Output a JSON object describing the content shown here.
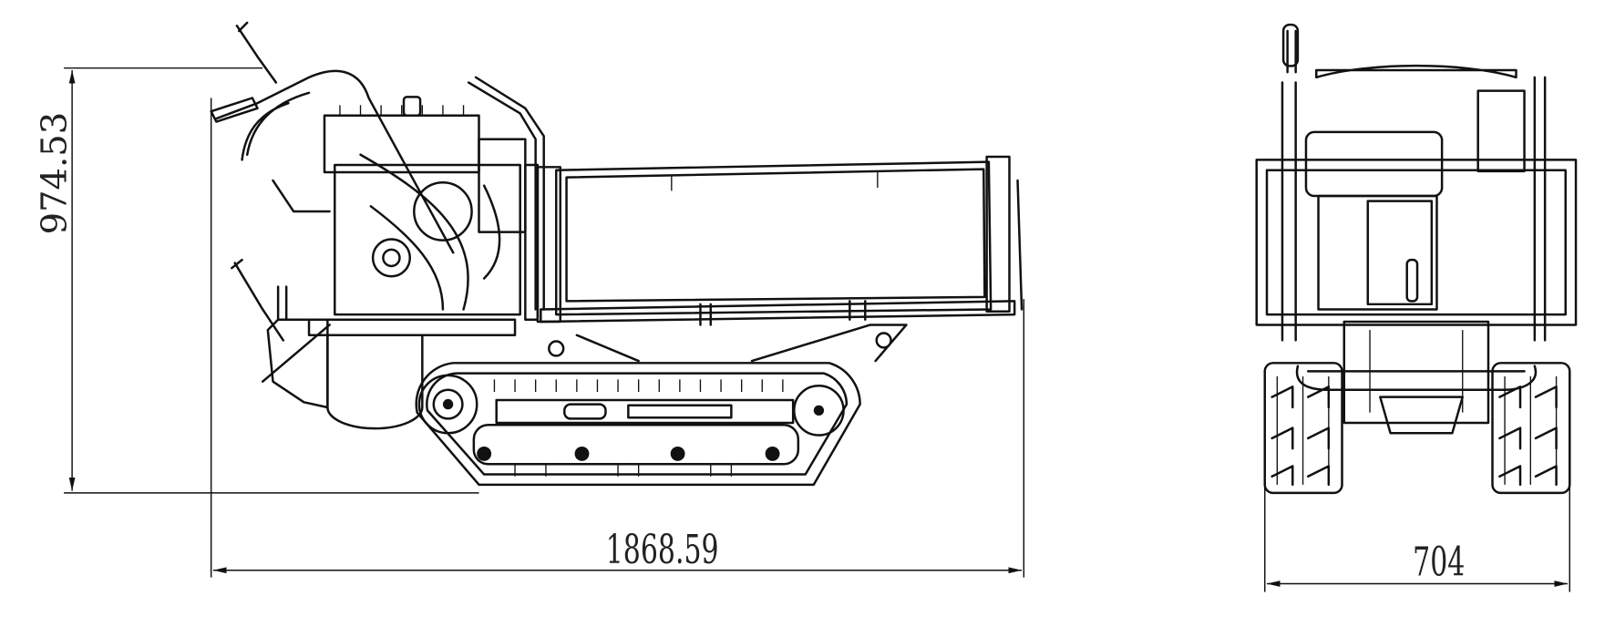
{
  "dimensions": {
    "height": "974.53",
    "length": "1868.59",
    "width": "704"
  },
  "views": [
    "side-view",
    "front-view"
  ]
}
